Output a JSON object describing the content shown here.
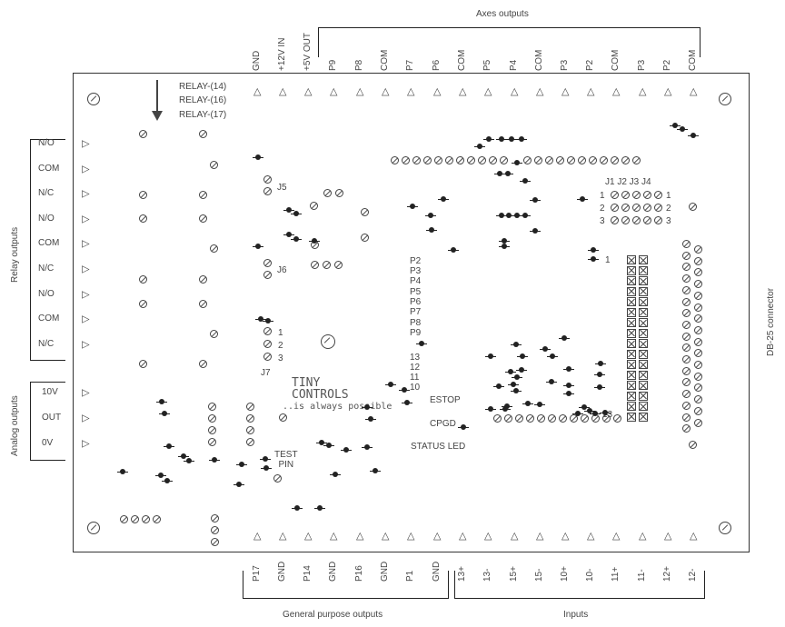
{
  "top_labels": [
    "GND",
    "+12V IN",
    "+5V OUT",
    "P9",
    "P8",
    "COM",
    "P7",
    "P6",
    "COM",
    "P5",
    "P4",
    "COM",
    "P3",
    "P2",
    "COM",
    "P3",
    "P2",
    "COM"
  ],
  "bottom_labels": [
    "P17",
    "GND",
    "P14",
    "GND",
    "P16",
    "GND",
    "P1",
    "GND",
    "13+",
    "13-",
    "15+",
    "15-",
    "10+",
    "10-",
    "11+",
    "11-",
    "12+",
    "12-"
  ],
  "relay_labels": [
    "N/O",
    "COM",
    "N/C",
    "N/O",
    "COM",
    "N/C",
    "N/O",
    "COM",
    "N/C"
  ],
  "analog_labels": [
    "10V",
    "OUT",
    "0V"
  ],
  "group_titles": {
    "axes": "Axes outputs",
    "relay": "Relay outputs",
    "analog": "Analog outputs",
    "gpo": "General purpose outputs",
    "inputs": "Inputs",
    "db25": "DB-25 connector"
  },
  "relay_notes": [
    "RELAY-(14)",
    "RELAY-(16)",
    "RELAY-(17)"
  ],
  "jumpers": {
    "j5": "J5",
    "j6": "J6",
    "j7": "J7",
    "j7_pins": [
      "1",
      "2",
      "3"
    ],
    "j_header": "J1 J2 J3 J4",
    "j_rows": [
      "1",
      "2",
      "3"
    ],
    "one": "1",
    "thirteen": "13"
  },
  "port_list": [
    "P2",
    "P3",
    "P4",
    "P5",
    "P6",
    "P7",
    "P8",
    "P9",
    "13",
    "12",
    "11",
    "10"
  ],
  "brand": {
    "line1": "TINY",
    "line2": "CONTROLS",
    "tagline": "..is always possible"
  },
  "board_text": {
    "estop": "ESTOP",
    "cpgd": "CPGD",
    "status_led": "STATUS LED",
    "test_pin": "TEST\nPIN"
  }
}
